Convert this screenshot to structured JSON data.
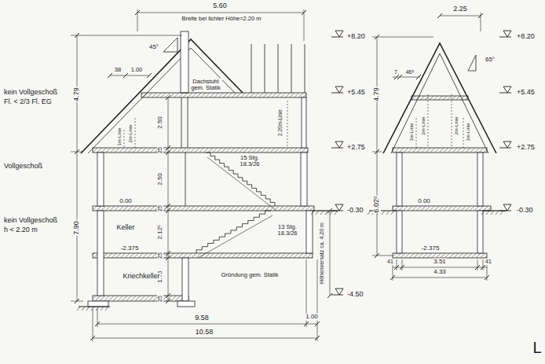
{
  "diagram": {
    "labels": [
      "5.60",
      "Breite bei lichter Höhe=2.20 m",
      "45°",
      "38",
      "1.00",
      "4.79",
      "Dachstuhl gem. Statik",
      "+8.20",
      "+5.45",
      "+2.75",
      "-0.30",
      "-4.50",
      "kein Vollgeschoß",
      "Fl. < 2/3 Fl. EG",
      "Vollgeschoß",
      "kein Vollgeschoß",
      "h < 2.20 m",
      "7.90",
      "2.50",
      "25",
      "2.50",
      "25",
      "2.12⁵",
      "25",
      "1.75",
      "25",
      "1m-Linie",
      "2m-Linie",
      "2.20m-Linie",
      "15 Stg. 18.3/26",
      "13 Stg. 18.3/26",
      "0.00",
      "Keller",
      "-2.375",
      "Kriechkeller",
      "Gründung gem. Statik",
      "Höhenversatz ca. 4.20 m",
      "9.58",
      "1.00",
      "10.58",
      "2.25",
      "+8.20",
      "65°",
      "7",
      "46⁵",
      "4.79",
      "+5.45",
      "1m-Linie",
      "2m-Linie",
      "2m-Linie",
      "1m-Linie",
      "+2.75",
      "0.00",
      "-0.30",
      "6.02⁵",
      "-2.375",
      "41",
      "3.51",
      "41",
      "4.33",
      "L"
    ]
  }
}
